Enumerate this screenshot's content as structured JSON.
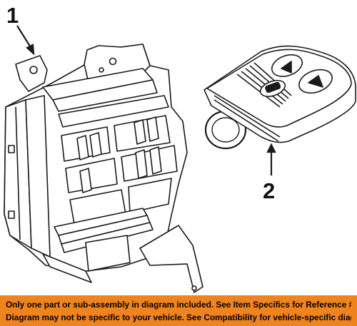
{
  "callouts": [
    {
      "number": "1",
      "part": "fuse-relay-box"
    },
    {
      "number": "2",
      "part": "key-fob-remote"
    }
  ],
  "disclaimer": {
    "line1": "Only one part or sub-assembly in diagram included. See Item Specifics for Reference #.",
    "line2": "Diagram may not be specific to your vehicle. See Compatibility for vehicle-specific diagrams.",
    "background_color": "#f0841c"
  },
  "colors": {
    "line_art": "#1a1a1a",
    "background": "#ffffff"
  }
}
